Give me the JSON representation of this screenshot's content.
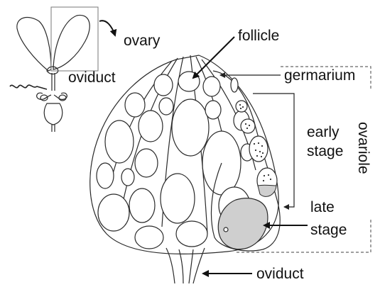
{
  "labels": {
    "ovary": "ovary",
    "follicle": "follicle",
    "oviduct_inset": "oviduct",
    "germarium": "germarium",
    "early_stage_line1": "early",
    "early_stage_line2": "stage",
    "ovariole": "ovariole",
    "late_stage_line1": "late",
    "late_stage_line2": "stage",
    "oviduct_bottom": "oviduct"
  },
  "colors": {
    "line": "#2a2a2a",
    "late_stage_fill": "#cfcfcf",
    "background": "#ffffff"
  }
}
